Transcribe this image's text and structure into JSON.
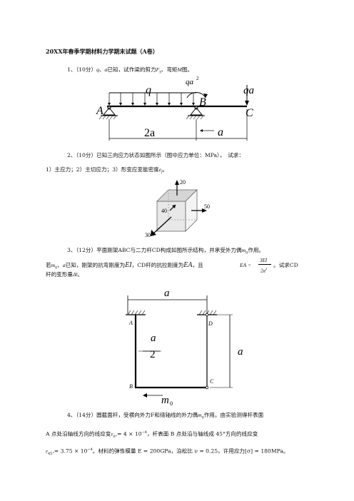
{
  "title": "20XX年春季学期材料力学期末试题（A卷）",
  "q1": {
    "prefix": "1、（10分）",
    "sym_q": "q",
    "sep": "、",
    "sym_a": "a",
    "text_mid": "已知，试作梁的剪力",
    "sym_F": "F",
    "sub_S": "S",
    "text_mid2": "、弯矩",
    "sym_M": "M",
    "text_end": "图。",
    "fig": {
      "load_q": "q",
      "moment": "qa",
      "moment_exp": "2",
      "force": "qa",
      "label_A": "A",
      "label_B": "B",
      "label_C": "C",
      "dim_left": "2a",
      "dim_right": "a"
    }
  },
  "q2": {
    "line1": "2、（10分）已知三向应力状态如图所示（图中应力单位：MPa），　试求：",
    "line2_pre": "1）主应力；2）主切应力；3）形变应变能密度",
    "sym_e": "e",
    "sub_f": "f",
    "line2_end": "。",
    "fig": {
      "v20": "20",
      "v50": "50",
      "v40": "40",
      "v30": "30"
    }
  },
  "q3": {
    "line1_pre": "3、（12分）平面刚架ABC与二力杆CD构成如图所示结构，并承受外力偶",
    "sym_m": "m",
    "sub_0": "0",
    "line1_end": "作用。",
    "line2_a": "若",
    "line2_b": "、",
    "sym_a": "a",
    "line2_c": "已知，刚架的抗弯刚度为",
    "sym_EI": "EI",
    "line2_d": "，CD杆的抗拉刚度为",
    "sym_EA": "EA",
    "line2_e": "，且",
    "frac_lhs": "EA =",
    "frac_num": "3EI",
    "frac_den": "2a",
    "frac_den_exp": "2",
    "line2_f": "。试求CD",
    "line3_pre": "杆的变形量",
    "sym_dl": "Δl",
    "line3_end": "。",
    "fig": {
      "dim_top": "a",
      "label_A": "A",
      "label_D": "D",
      "label_B": "B",
      "label_C": "C",
      "half_num": "a",
      "half_den": "2",
      "dim_right": "a",
      "moment": "m",
      "moment_sub": "0"
    }
  },
  "q4": {
    "line1_pre": "4、（14分）圆截面杆，受横向外力F和绕轴线的外力偶",
    "sym_m": "m",
    "sub_0": "0",
    "line1_end": "作用。由实验测得杆表面",
    "line2_pre": "A 点处沿轴线方向的线应变",
    "eps1": "ε",
    "eps1_sub": "0°",
    "eps1_val": "= 4 × 10",
    "eps1_exp": "−4",
    "line2_end": "，杆表面 B 点处沿与轴线成 45°方向的线应变",
    "eps2": "ε",
    "eps2_sub": "45°",
    "eps2_val": "= 3.75 × 10",
    "eps2_exp": "−4",
    "line3": "。材料的弹性模量 E = 200GPa，泊松比 ν = 0.25，许用应力[σ] = 180MPa。"
  }
}
